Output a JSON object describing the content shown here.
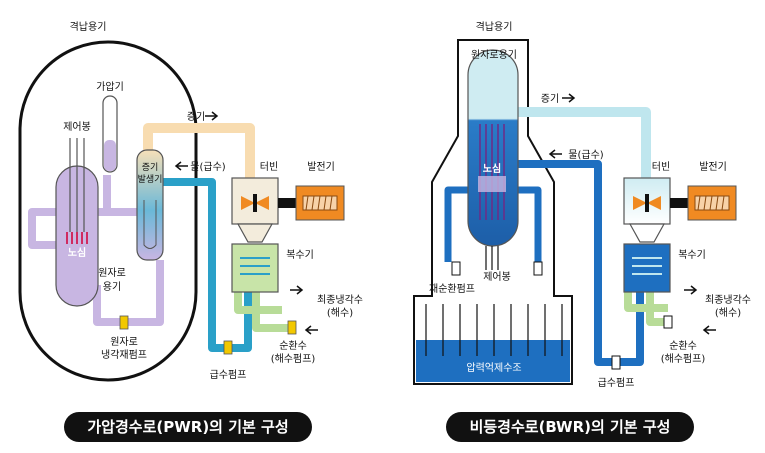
{
  "pwr": {
    "containment": "격납용기",
    "pressurizer": "가압기",
    "control_rod": "제어봉",
    "core": "노심",
    "reactor_vessel_1": "원자로",
    "reactor_vessel_2": "용기",
    "steam_gen_1": "증기",
    "steam_gen_2": "발생기",
    "steam": "증기",
    "feedwater": "물(급수)",
    "turbine": "터빈",
    "generator": "발전기",
    "condenser": "복수기",
    "final_cooling_1": "최종냉각수",
    "final_cooling_2": "(해수)",
    "circulating_1": "순환수",
    "circulating_2": "(해수펌프)",
    "feed_pump": "급수펌프",
    "coolant_pump_1": "원자로",
    "coolant_pump_2": "냉각재펌프",
    "caption": "가압경수로(PWR)의 기본 구성"
  },
  "bwr": {
    "containment": "격납용기",
    "reactor_vessel": "원자로용기",
    "steam": "증기",
    "feedwater": "물(급수)",
    "core": "노심",
    "turbine": "터빈",
    "generator": "발전기",
    "condenser": "복수기",
    "recirc_pump": "재순환펌프",
    "control_rod": "제어봉",
    "final_cooling_1": "최종냉각수",
    "final_cooling_2": "(해수)",
    "circulating_1": "순환수",
    "circulating_2": "(해수펌프)",
    "suppression_pool": "압력억제수조",
    "feed_pump": "급수펌프",
    "caption": "비등경수로(BWR)의 기본 구성"
  },
  "colors": {
    "primary_loop": "#c8b6e2",
    "steam": "#f8dcb0",
    "feedwater": "#2aa0c8",
    "cooling": "#b8dc98",
    "bwr_loop": "#1e6fc0",
    "bwr_steam": "#bfe6ee",
    "turbine": "#f08a22",
    "pump": "#f2c800"
  }
}
